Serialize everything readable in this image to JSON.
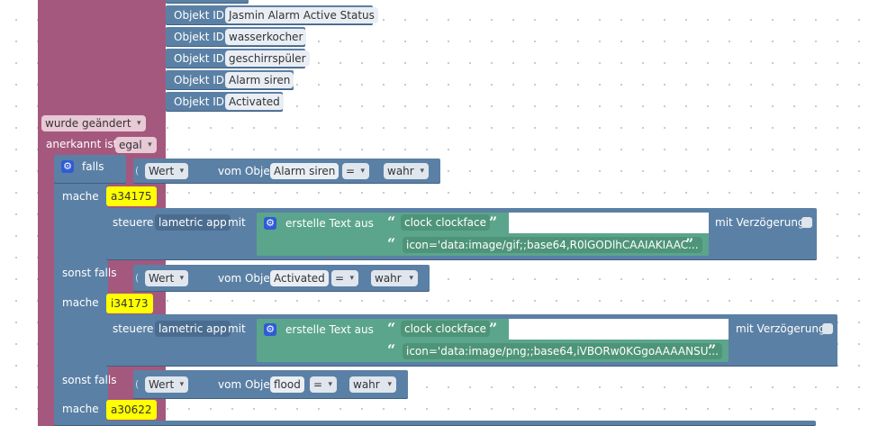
{
  "objekt_id_label": "Objekt ID",
  "objekt_ids": [
    "Jasmin Alarm Active Status",
    "wasserkocher",
    "geschirrspüler",
    "Alarm siren",
    "Activated"
  ],
  "trigger": {
    "change_label": "wurde geändert",
    "ack_label": "anerkannt ist",
    "ack_value": "egal"
  },
  "if_block": {
    "falls_label": "falls",
    "sonst_falls_label": "sonst falls",
    "mache_label": "mache",
    "wert_label": "Wert",
    "vom_label": "vom Objekt ID",
    "op": "=",
    "wahr": "wahr"
  },
  "branches": [
    {
      "object": "Alarm siren",
      "comment": "a34175",
      "steuere": "steuere",
      "device": "lametric app",
      "mit": "mit",
      "text_block": "erstelle Text aus",
      "line1": "clock clockface",
      "line2": "icon='data:image/gif;;base64,R0lGODlhCAAIAKIAAC...",
      "delay_label": "mit Verzögerung"
    },
    {
      "object": "Activated",
      "comment": "i34173",
      "steuere": "steuere",
      "device": "lametric app",
      "mit": "mit",
      "text_block": "erstelle Text aus",
      "line1": "clock clockface",
      "line2": "icon='data:image/png;;base64,iVBORw0KGgoAAAANSU...",
      "delay_label": "mit Verzögerung"
    },
    {
      "object": "flood",
      "comment": "a30622"
    }
  ],
  "colors": {
    "event": "#a5587d",
    "logic": "#5b80a5",
    "text": "#5ba58c",
    "comment": "#ffff00"
  }
}
